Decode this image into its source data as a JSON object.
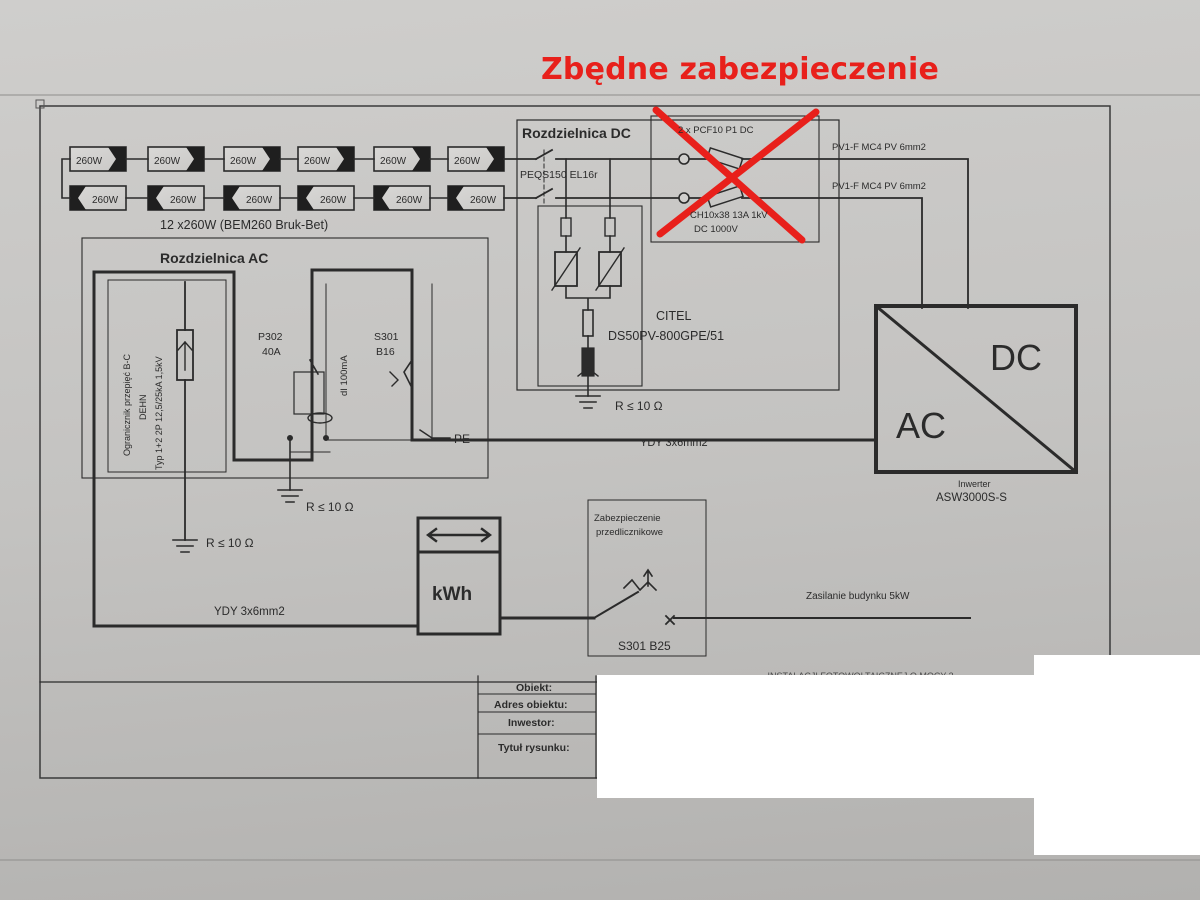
{
  "annotation": "Zbędne zabezpieczenie",
  "panels": {
    "label": "260W",
    "array_label": "12 x260W (BEM260 Bruk-Bet)"
  },
  "dc_box": {
    "title": "Rozdzielnica DC",
    "switch_label": "PEQS150 EL16r",
    "fuse_top": "2 x PCF10 P1 DC",
    "fuse_bottom": "CH10x38 13A 1kV",
    "fuse_bottom2": "DC 1000V",
    "spd_name": "CITEL",
    "spd_model": "DS50PV-800GPE/51",
    "earth_label": "R ≤ 10 Ω"
  },
  "cables": {
    "pv1": "PV1-F MC4 PV 6mm2",
    "pv2": "PV1-F MC4 PV 6mm2",
    "ydy_ac": "YDY 3x6mm2",
    "ydy_main": "YDY 3x6mm2",
    "supply": "Zasilanie budynku 5kW"
  },
  "ac_box": {
    "title": "Rozdzielnica AC",
    "limiter_text_1": "Ogranicznik przepięć B-C",
    "limiter_text_2": "DEHN",
    "limiter_text_3": "Typ 1+2 2P 12,5/25kA 1,5kV",
    "rcd_name": "P302",
    "rcd_rating": "40A",
    "rcd_sens": "dI 100mA",
    "mcb_name": "S301",
    "mcb_rating": "B16",
    "pe_label": "PE",
    "earth_label": "R ≤ 10 Ω",
    "earth_label_left": "R ≤ 10 Ω"
  },
  "inverter": {
    "dc": "DC",
    "ac": "AC",
    "label": "Inwerter",
    "model": "ASW3000S-S"
  },
  "meter": {
    "label": "kWh"
  },
  "breaker": {
    "title_1": "Zabezpieczenie",
    "title_2": "przedlicznikowe",
    "model": "S301 B25"
  },
  "title_block": {
    "objekt": "Obiekt:",
    "adres": "Adres obiektu:",
    "inwestor": "Inwestor:",
    "tytul": "Tytuł rysunku:",
    "partial": "...INSTALACJI FOTOWOLTAICZNEJ O MOCY 3..."
  },
  "colors": {
    "annotation": "#e8201b",
    "ink": "#2b2b2b"
  }
}
